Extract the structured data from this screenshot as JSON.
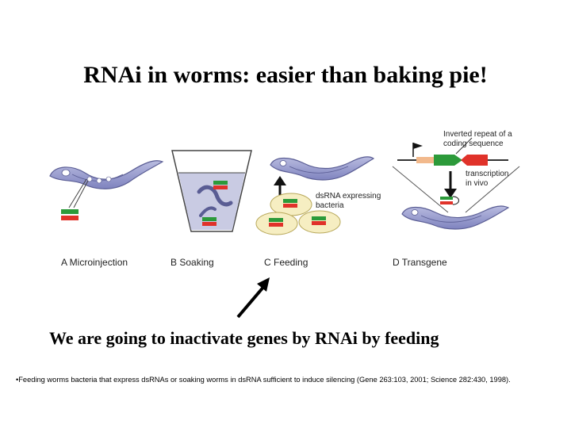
{
  "slide": {
    "title": "RNAi in worms: easier than baking pie!",
    "subtitle": "We are going to inactivate genes by RNAi by feeding",
    "footnote": "•Feeding worms bacteria that express dsRNAs or soaking worms in dsRNA sufficient to induce silencing (Gene 263:103, 2001; Science 282:430, 1998)."
  },
  "figure": {
    "panels": {
      "a": "A  Microinjection",
      "b": "B  Soaking",
      "c": "C  Feeding",
      "d": "D  Transgene"
    },
    "annotations": {
      "dsrna_line1": "dsRNA expressing",
      "dsrna_line2": "bacteria",
      "inverted_line1": "Inverted repeat of a",
      "inverted_line2": "coding sequence",
      "transcription_line1": "transcription",
      "transcription_line2": "in vivo"
    },
    "colors": {
      "worm": "#8f92c8",
      "dsrna_green": "#2c9a3a",
      "dsrna_red": "#e0322a",
      "bacteria": "#f6eec2",
      "dna_peach": "#f2b98c"
    }
  }
}
